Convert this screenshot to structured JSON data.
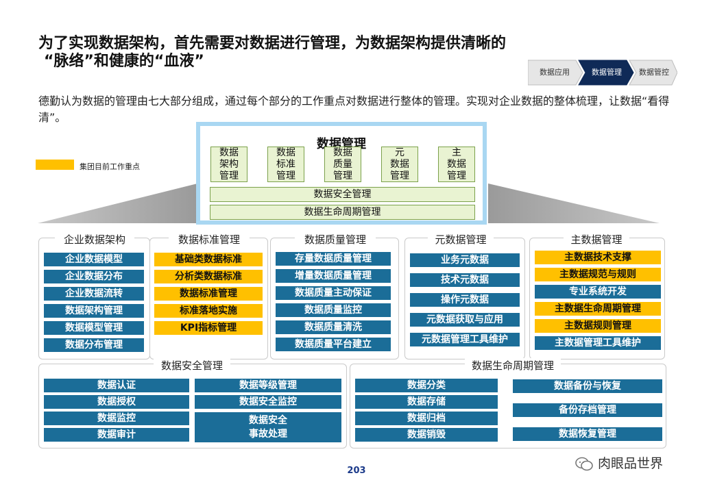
{
  "title_line1": "为了实现数据架构，首先需要对数据进行管理，为数据架构提供清晰的",
  "title_line2": "“脉络”和健康的“血液”",
  "breadcrumb": [
    "数据应用",
    "数据管理",
    "数据管控"
  ],
  "intro": "德勤认为数据的管理由七大部分组成，通过每个部分的工作重点对数据进行整体的管理。实现对企业数据的整体梳理，让数据“看得清”。",
  "legend_label": "集团目前工作重点",
  "colors": {
    "focus": "#ffc000",
    "item": "#1b6d98",
    "frame": "#a9d7f2",
    "mini": "#e9f3d2"
  },
  "overview": {
    "title": "数据管理",
    "modules": [
      "数据\n架构\n管理",
      "数据\n标准\n管理",
      "数据\n质量\n管理",
      "元\n数据\n管理",
      "主\n数据\n管理"
    ],
    "security": "数据安全管理",
    "lifecycle": "数据生命周期管理"
  },
  "panels": {
    "arch": {
      "title": "企业数据架构",
      "items": [
        {
          "label": "企业数据模型",
          "focus": false
        },
        {
          "label": "企业数据分布",
          "focus": false
        },
        {
          "label": "企业数据流转",
          "focus": false
        },
        {
          "label": "数据架构管理",
          "focus": false
        },
        {
          "label": "数据模型管理",
          "focus": false
        },
        {
          "label": "数据分布管理",
          "focus": false
        }
      ]
    },
    "std": {
      "title": "数据标准管理",
      "items": [
        {
          "label": "基础类数据标准",
          "focus": true
        },
        {
          "label": "分析类数据标准",
          "focus": true
        },
        {
          "label": "数据标准管理",
          "focus": true
        },
        {
          "label": "标准落地实施",
          "focus": true
        },
        {
          "label": "KPI指标管理",
          "focus": true
        }
      ]
    },
    "quality": {
      "title": "数据质量管理",
      "items": [
        {
          "label": "存量数据质量管理",
          "focus": false
        },
        {
          "label": "增量数据质量管理",
          "focus": false
        },
        {
          "label": "数据质量主动保证",
          "focus": false
        },
        {
          "label": "数据质量监控",
          "focus": false
        },
        {
          "label": "数据质量清洗",
          "focus": false
        },
        {
          "label": "数据质量平台建立",
          "focus": false
        }
      ]
    },
    "meta": {
      "title": "元数据管理",
      "items": [
        {
          "label": "业务元数据",
          "focus": false
        },
        {
          "label": "技术元数据",
          "focus": false
        },
        {
          "label": "操作元数据",
          "focus": false
        },
        {
          "label": "元数据获取与应用",
          "focus": false
        },
        {
          "label": "元数据管理工具维护",
          "focus": false
        }
      ]
    },
    "master": {
      "title": "主数据管理",
      "items": [
        {
          "label": "主数据技术支撑",
          "focus": true
        },
        {
          "label": "主数据规范与规则",
          "focus": true
        },
        {
          "label": "专业系统开发",
          "focus": false
        },
        {
          "label": "主数据生命周期管理",
          "focus": true
        },
        {
          "label": "主数据规则管理",
          "focus": true
        },
        {
          "label": "主数据管理工具维护",
          "focus": false
        }
      ]
    },
    "security": {
      "title": "数据安全管理",
      "left": [
        "数据认证",
        "数据授权",
        "数据监控",
        "数据审计"
      ],
      "right": [
        "数据等级管理",
        "数据安全监控"
      ],
      "right_tall": "数据安全\n事故处理"
    },
    "lifecycle": {
      "title": "数据生命周期管理",
      "left": [
        "数据分类",
        "数据存储",
        "数据归档",
        "数据销毁"
      ],
      "right": [
        "数据备份与恢复",
        "备份存档管理",
        "数据恢复管理"
      ]
    }
  },
  "page_number": "203",
  "watermark": "肉眼品世界"
}
